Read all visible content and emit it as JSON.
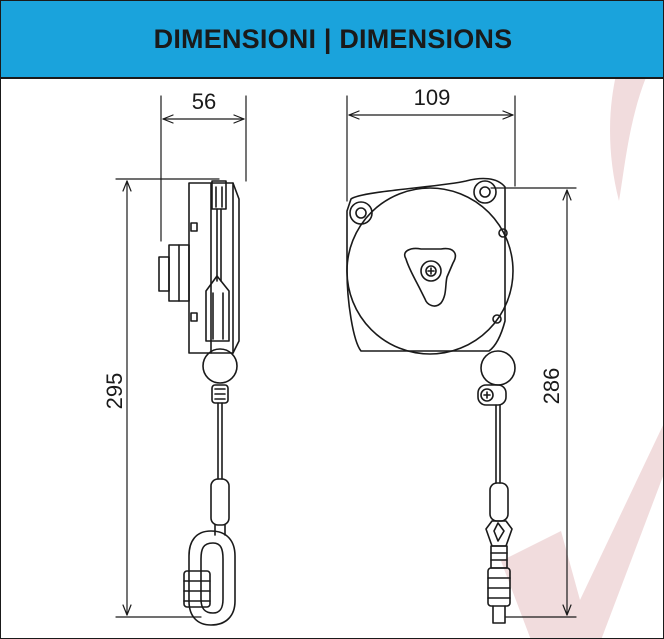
{
  "header": {
    "title": "DIMENSIONI | DIMENSIONS",
    "background_color": "#1aa3dc"
  },
  "dimensions": {
    "width_side": "56",
    "width_front": "109",
    "height_total": "295",
    "height_body": "286"
  },
  "colors": {
    "line": "#1a1a1a",
    "watermark": "#e9cfd0"
  }
}
